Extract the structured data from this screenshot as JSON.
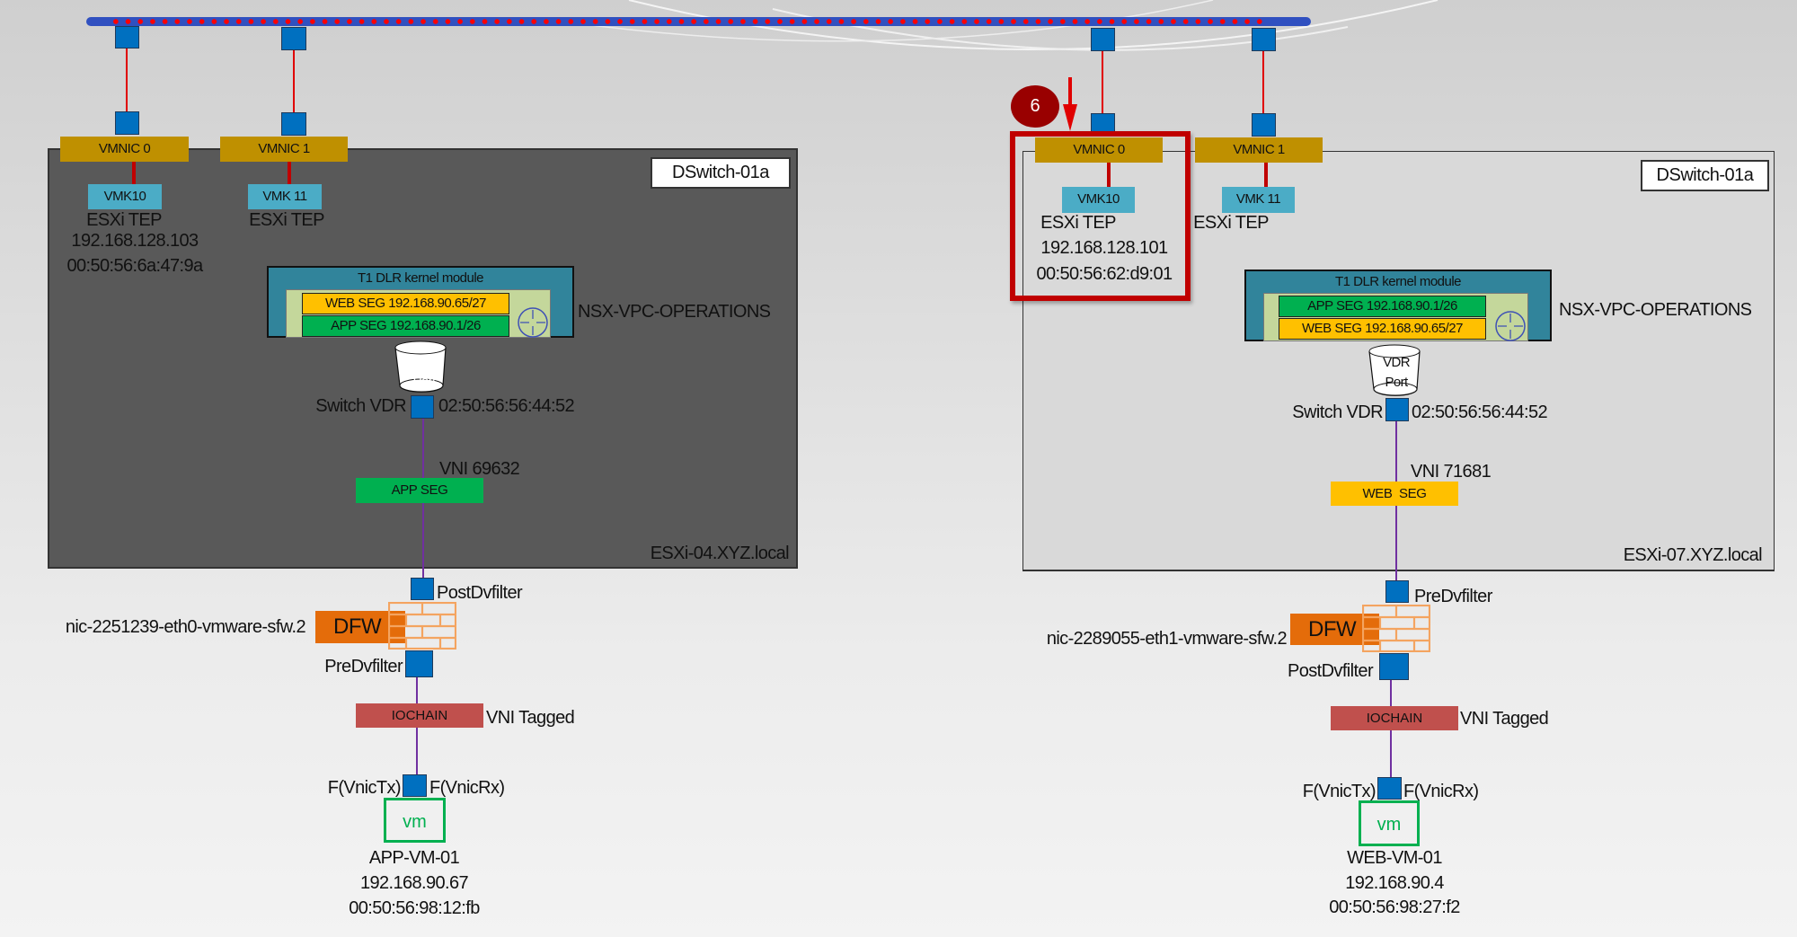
{
  "colors": {
    "bus": "#3050c0",
    "bus_dots": "#ff0000",
    "vmnic": "#bf9000",
    "vmk": "#4bacc6",
    "port": "#0070c0",
    "dlr": "#31849b",
    "web_seg": "#ffc000",
    "app_seg": "#00b050",
    "dfw": "#e46c0a",
    "iochain": "#c0504d",
    "highlight": "#c00000",
    "host_left_fill": "#595959",
    "host_right_fill": "#d9d9d9"
  },
  "step_badge": "6",
  "hosts": [
    {
      "hostname": "ESXi-04.XYZ.local",
      "dswitch": "DSwitch-01a",
      "vmnic0": "VMNIC 0",
      "vmnic1": "VMNIC 1",
      "vmk0": "VMK10",
      "vmk1": "VMK 11",
      "tep0_label": "ESXi TEP",
      "tep0_ip": "192.168.128.103",
      "tep0_mac": "00:50:56:6a:47:9a",
      "tep1_label": "ESXi TEP",
      "dlr_title": "T1 DLR kernel module",
      "seg_top": "WEB SEG 192.168.90.65/27",
      "seg_bottom": "APP SEG 192.168.90.1/26",
      "vpc": "NSX-VPC-OPERATIONS",
      "vdr_port": "VDR\nPort",
      "switch_vdr": "Switch VDR",
      "switch_vdr_mac": "02:50:56:56:44:52",
      "vni": "VNI 69632",
      "segment": "APP SEG",
      "filter_top": "PostDvfilter",
      "filter_bottom": "PreDvfilter",
      "dfw": "DFW",
      "filter_name": "nic-2251239-eth0-vmware-sfw.2",
      "iochain": "IOCHAIN",
      "vni_tagged": "VNI Tagged",
      "vnic_tx": "F(VnicTx)",
      "vnic_rx": "F(VnicRx)",
      "vm_icon": "vm",
      "vm_name": "APP-VM-01",
      "vm_ip": "192.168.90.67",
      "vm_mac": "00:50:56:98:12:fb"
    },
    {
      "hostname": "ESXi-07.XYZ.local",
      "dswitch": "DSwitch-01a",
      "vmnic0": "VMNIC 0",
      "vmnic1": "VMNIC 1",
      "vmk0": "VMK10",
      "vmk1": "VMK 11",
      "tep0_label": "ESXi TEP",
      "tep0_ip": "192.168.128.101",
      "tep0_mac": "00:50:56:62:d9:01",
      "tep1_label": "ESXi TEP",
      "dlr_title": "T1 DLR kernel module",
      "seg_top": "APP SEG 192.168.90.1/26",
      "seg_bottom": "WEB SEG 192.168.90.65/27",
      "vpc": "NSX-VPC-OPERATIONS",
      "vdr_port": "VDR\nPort",
      "switch_vdr": "Switch VDR",
      "switch_vdr_mac": "02:50:56:56:44:52",
      "vni": "VNI 71681",
      "segment": "WEB  SEG",
      "filter_top": "PreDvfilter",
      "filter_bottom": "PostDvfilter",
      "dfw": "DFW",
      "filter_name": "nic-2289055-eth1-vmware-sfw.2",
      "iochain": "IOCHAIN",
      "vni_tagged": "VNI Tagged",
      "vnic_tx": "F(VnicTx)",
      "vnic_rx": "F(VnicRx)",
      "vm_icon": "vm",
      "vm_name": "WEB-VM-01",
      "vm_ip": "192.168.90.4",
      "vm_mac": "00:50:56:98:27:f2"
    }
  ]
}
